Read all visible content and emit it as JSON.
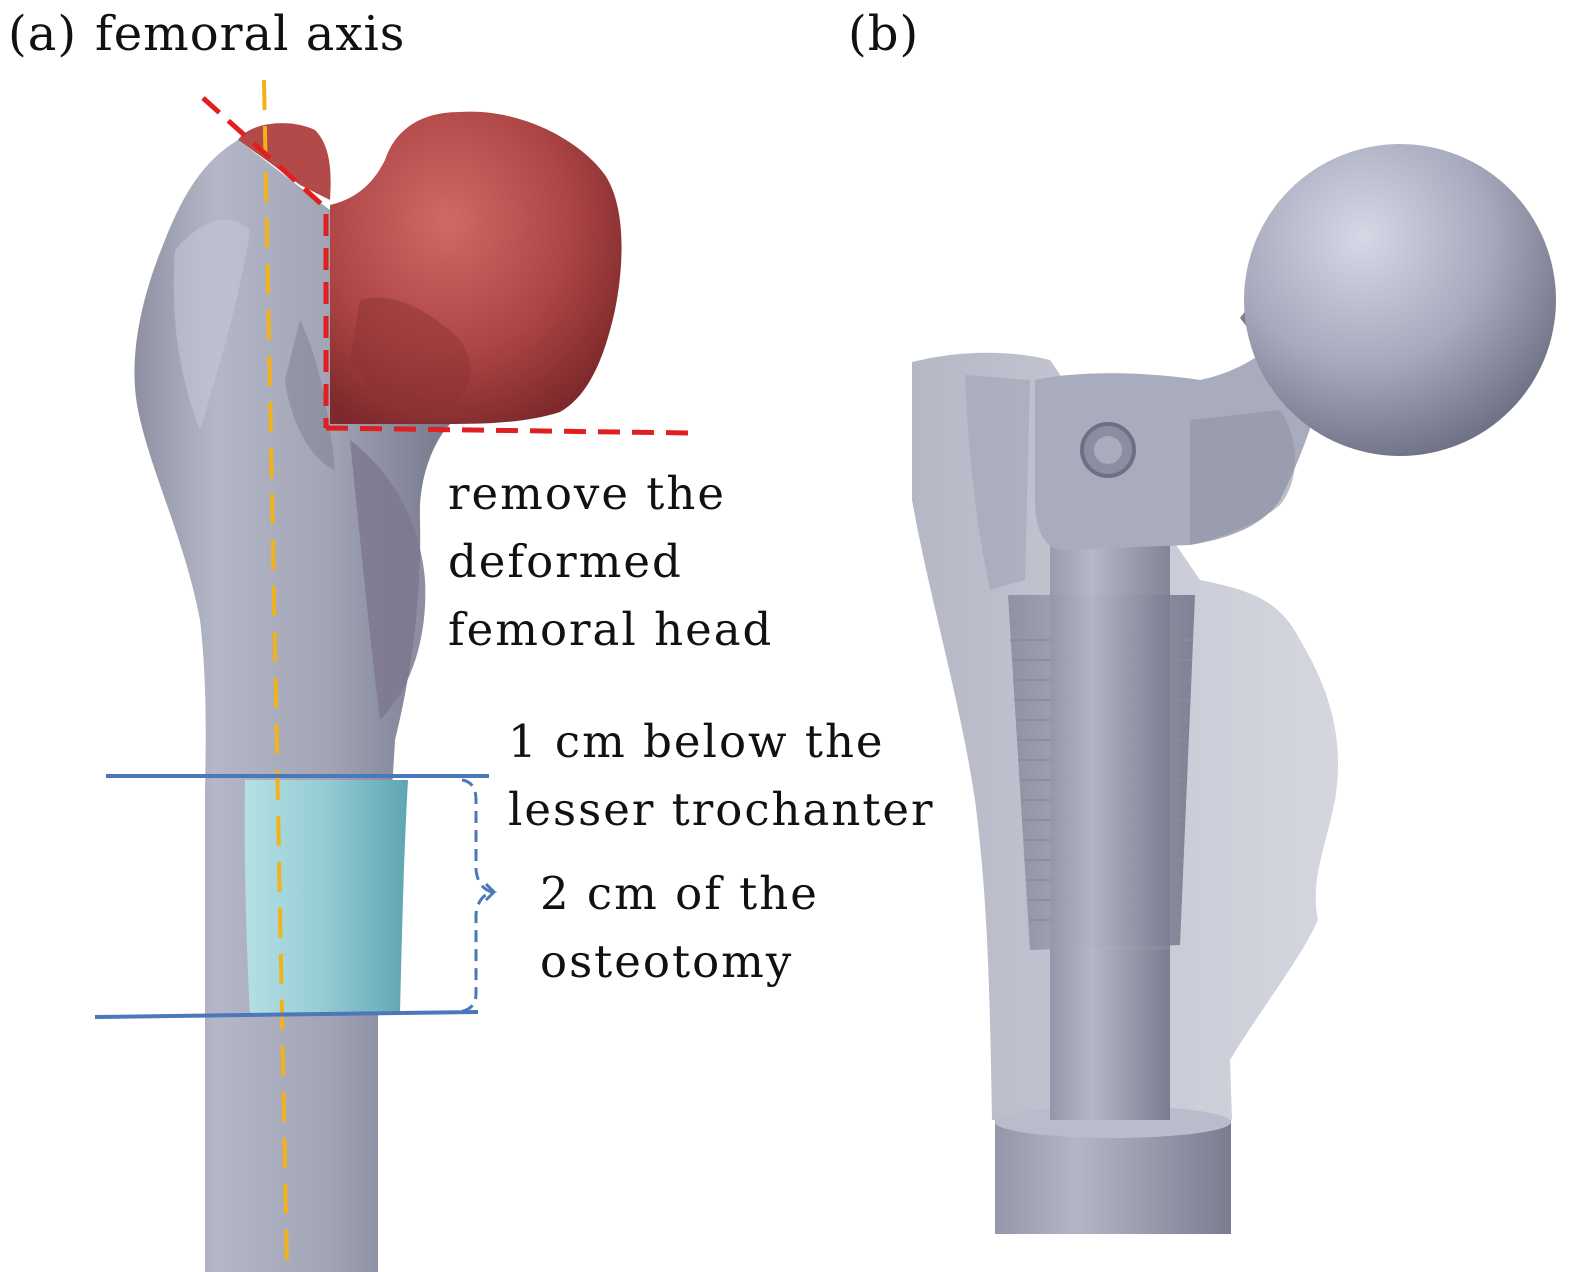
{
  "panel_a": {
    "panel_label": "(a)",
    "axis_label": "femoral axis",
    "remove_note": [
      "remove the",
      "deformed",
      "femoral head"
    ],
    "level_note": [
      "1 cm below the",
      "lesser trochanter"
    ],
    "osteotomy_note": [
      "2 cm of the",
      "osteotomy"
    ]
  },
  "panel_b": {
    "panel_label": "(b)"
  },
  "colors": {
    "bone": "#a7aab8",
    "bone_shadow": "#6c6e80",
    "femoral_head": "#b24a4a",
    "osteotomy_segment": "#8fc9d2",
    "femoral_axis_line": "#f2b21b",
    "cut_line": "#e02020",
    "level_line": "#4a78b8",
    "prosthesis": "#a9acbc"
  }
}
